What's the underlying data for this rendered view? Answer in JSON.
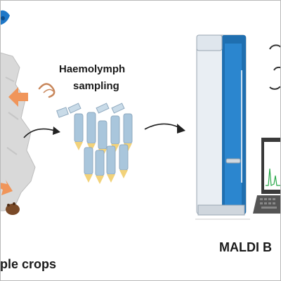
{
  "labels": {
    "sampling_line1": "Haemolymph",
    "sampling_line2": "sampling",
    "crops_caption": "ple crops",
    "instrument_caption": "MALDI B"
  },
  "colors": {
    "arrow_orange": "#f0955a",
    "tube_blue": "#a9c6dc",
    "tube_tip_yellow": "#f2d27a",
    "instrument_blue": "#1f6fb0",
    "instrument_body": "#e9eef3",
    "cloud_outline": "#333333",
    "map_gray": "#d9d9d9"
  },
  "icons": [
    "insect-icon",
    "arrow-icon",
    "tube-rack-icon",
    "cloud-icon",
    "instrument-icon",
    "laptop-icon",
    "beetle-icon"
  ]
}
